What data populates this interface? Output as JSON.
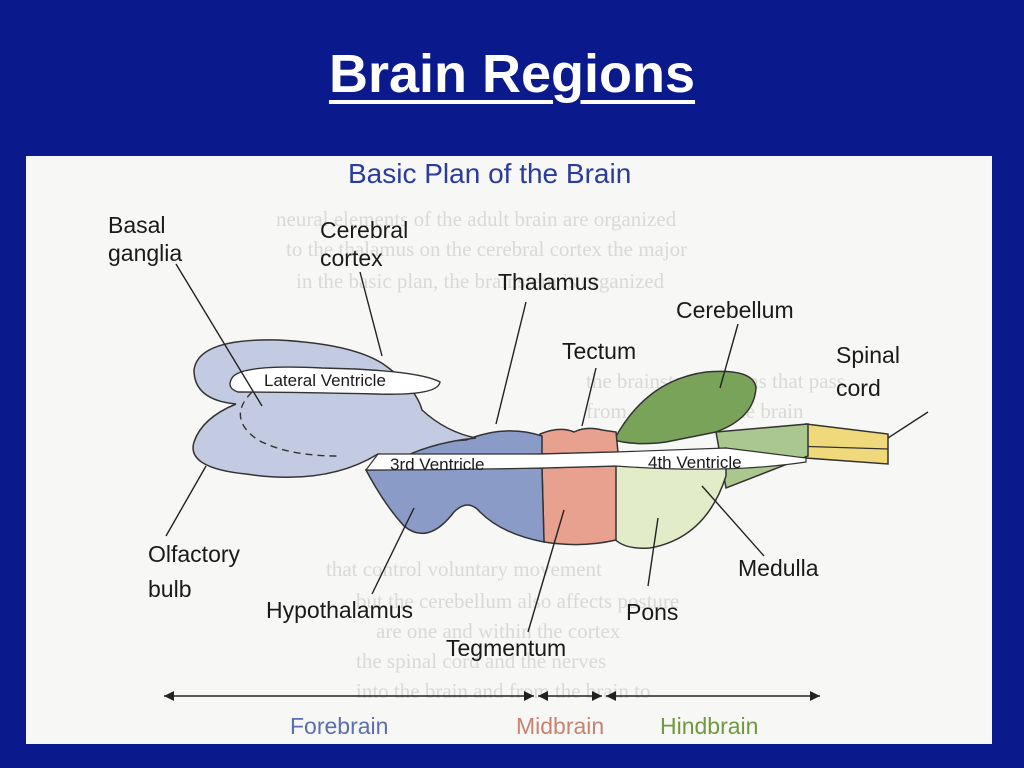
{
  "slide": {
    "title": "Brain Regions"
  },
  "figure": {
    "title": "Basic Plan of the Brain",
    "labels": {
      "basal_ganglia_1": "Basal",
      "basal_ganglia_2": "ganglia",
      "cerebral_cortex_1": "Cerebral",
      "cerebral_cortex_2": "cortex",
      "thalamus": "Thalamus",
      "cerebellum": "Cerebellum",
      "tectum": "Tectum",
      "spinal_cord_1": "Spinal",
      "spinal_cord_2": "cord",
      "lateral_ventricle": "Lateral Ventricle",
      "third_ventricle": "3rd Ventricle",
      "fourth_ventricle": "4th Ventricle",
      "olfactory_bulb_1": "Olfactory",
      "olfactory_bulb_2": "bulb",
      "hypothalamus": "Hypothalamus",
      "medulla": "Medulla",
      "pons": "Pons",
      "tegmentum": "Tegmentum"
    },
    "divisions": {
      "forebrain": "Forebrain",
      "midbrain": "Midbrain",
      "hindbrain": "Hindbrain"
    },
    "colors": {
      "forebrain_light": "#c3cbe2",
      "forebrain_dark": "#8a9bc8",
      "midbrain": "#e8a08f",
      "cerebellum": "#7aa35a",
      "pons": "#e2ecc8",
      "medulla": "#a9c78f",
      "spinal_cord": "#f0d97a",
      "figure_title": "#2a3d9c",
      "forebrain_text": "#5a6fb0",
      "midbrain_text": "#c9826f",
      "hindbrain_text": "#6f9a3f"
    }
  }
}
